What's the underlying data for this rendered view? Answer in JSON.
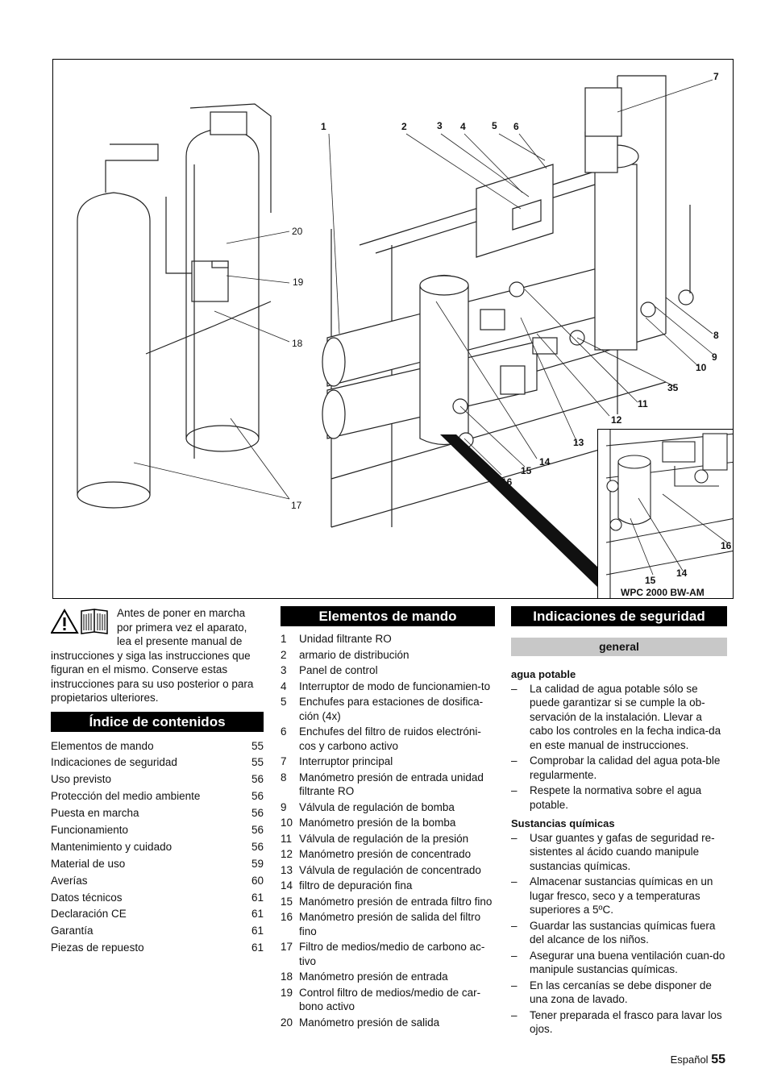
{
  "figure": {
    "callouts": {
      "c1": "1",
      "c2": "2",
      "c3": "3",
      "c4": "4",
      "c5": "5",
      "c6": "6",
      "c7": "7",
      "c8": "8",
      "c9": "9",
      "c10": "10",
      "c11": "11",
      "c12": "12",
      "c13": "13",
      "c14": "14",
      "c15": "15",
      "c16": "16",
      "c17": "17",
      "c18": "18",
      "c19": "19",
      "c20": "20",
      "c35": "35"
    },
    "inset": {
      "c14": "14",
      "c15": "15",
      "c16": "16",
      "model": "WPC 2000 BW-AM"
    }
  },
  "intro": "Antes de poner en marcha por primera vez el aparato, lea el presente manual de instrucciones y siga las instrucciones que figuran en el mismo. Conserve estas instrucciones para su uso posterior o para propietarios ulteriores.",
  "toc": {
    "title": "Índice de contenidos",
    "items": [
      {
        "label": "Elementos de mando",
        "page": "55"
      },
      {
        "label": "Indicaciones de seguridad",
        "page": "55"
      },
      {
        "label": "Uso previsto",
        "page": "56"
      },
      {
        "label": "Protección del medio ambiente",
        "page": "56"
      },
      {
        "label": "Puesta en marcha",
        "page": "56"
      },
      {
        "label": "Funcionamiento",
        "page": "56"
      },
      {
        "label": "Mantenimiento y cuidado",
        "page": "56"
      },
      {
        "label": "Material de uso",
        "page": "59"
      },
      {
        "label": "Averías",
        "page": "60"
      },
      {
        "label": "Datos técnicos",
        "page": "61"
      },
      {
        "label": "Declaración CE",
        "page": "61"
      },
      {
        "label": "Garantía",
        "page": "61"
      },
      {
        "label": "Piezas de repuesto",
        "page": "61"
      }
    ]
  },
  "controls": {
    "title": "Elementos de mando",
    "items": [
      {
        "n": "1",
        "t": "Unidad filtrante RO"
      },
      {
        "n": "2",
        "t": "armario de distribución"
      },
      {
        "n": "3",
        "t": "Panel de control"
      },
      {
        "n": "4",
        "t": "Interruptor de modo de funcionamien-to"
      },
      {
        "n": "5",
        "t": "Enchufes para estaciones de dosifica-ción (4x)"
      },
      {
        "n": "6",
        "t": "Enchufes del filtro de ruidos electróni-cos y carbono activo"
      },
      {
        "n": "7",
        "t": "Interruptor principal"
      },
      {
        "n": "8",
        "t": "Manómetro presión de entrada unidad filtrante RO"
      },
      {
        "n": "9",
        "t": "Válvula de regulación de bomba"
      },
      {
        "n": "10",
        "t": "Manómetro presión de la bomba"
      },
      {
        "n": "11",
        "t": "Válvula de regulación de la presión"
      },
      {
        "n": "12",
        "t": "Manómetro presión de concentrado"
      },
      {
        "n": "13",
        "t": "Válvula de regulación de concentrado"
      },
      {
        "n": "14",
        "t": "filtro de depuración fina"
      },
      {
        "n": "15",
        "t": "Manómetro presión de entrada filtro fino"
      },
      {
        "n": "16",
        "t": "Manómetro presión de salida del filtro fino"
      },
      {
        "n": "17",
        "t": "Filtro de medios/medio de carbono ac-tivo"
      },
      {
        "n": "18",
        "t": "Manómetro presión de entrada"
      },
      {
        "n": "19",
        "t": "Control filtro de medios/medio de car-bono activo"
      },
      {
        "n": "20",
        "t": "Manómetro presión de salida"
      }
    ]
  },
  "safety": {
    "title": "Indicaciones de seguridad",
    "subtitle": "general",
    "water": {
      "title": "agua potable",
      "items": [
        "La calidad de agua potable sólo se puede garantizar si se cumple la ob-servación de la instalación.  Llevar a cabo los controles en la fecha indica-da en este manual de instrucciones.",
        "Comprobar la calidad del agua pota-ble regularmente.",
        "Respete la normativa sobre el agua potable."
      ]
    },
    "chem": {
      "title": "Sustancias químicas",
      "items": [
        "Usar guantes y gafas de seguridad re-sistentes al ácido cuando manipule sustancias químicas.",
        "Almacenar sustancias químicas en un lugar fresco, seco y a temperaturas superiores a 5ºC.",
        "Guardar las sustancias químicas fuera del alcance de los niños.",
        "Asegurar una buena ventilación cuan-do manipule sustancias químicas.",
        "En las cercanías se debe disponer de una zona de lavado.",
        "Tener preparada el frasco para lavar los ojos."
      ]
    },
    "dash": "–"
  },
  "footer": {
    "lang": "Español",
    "page": "55"
  }
}
